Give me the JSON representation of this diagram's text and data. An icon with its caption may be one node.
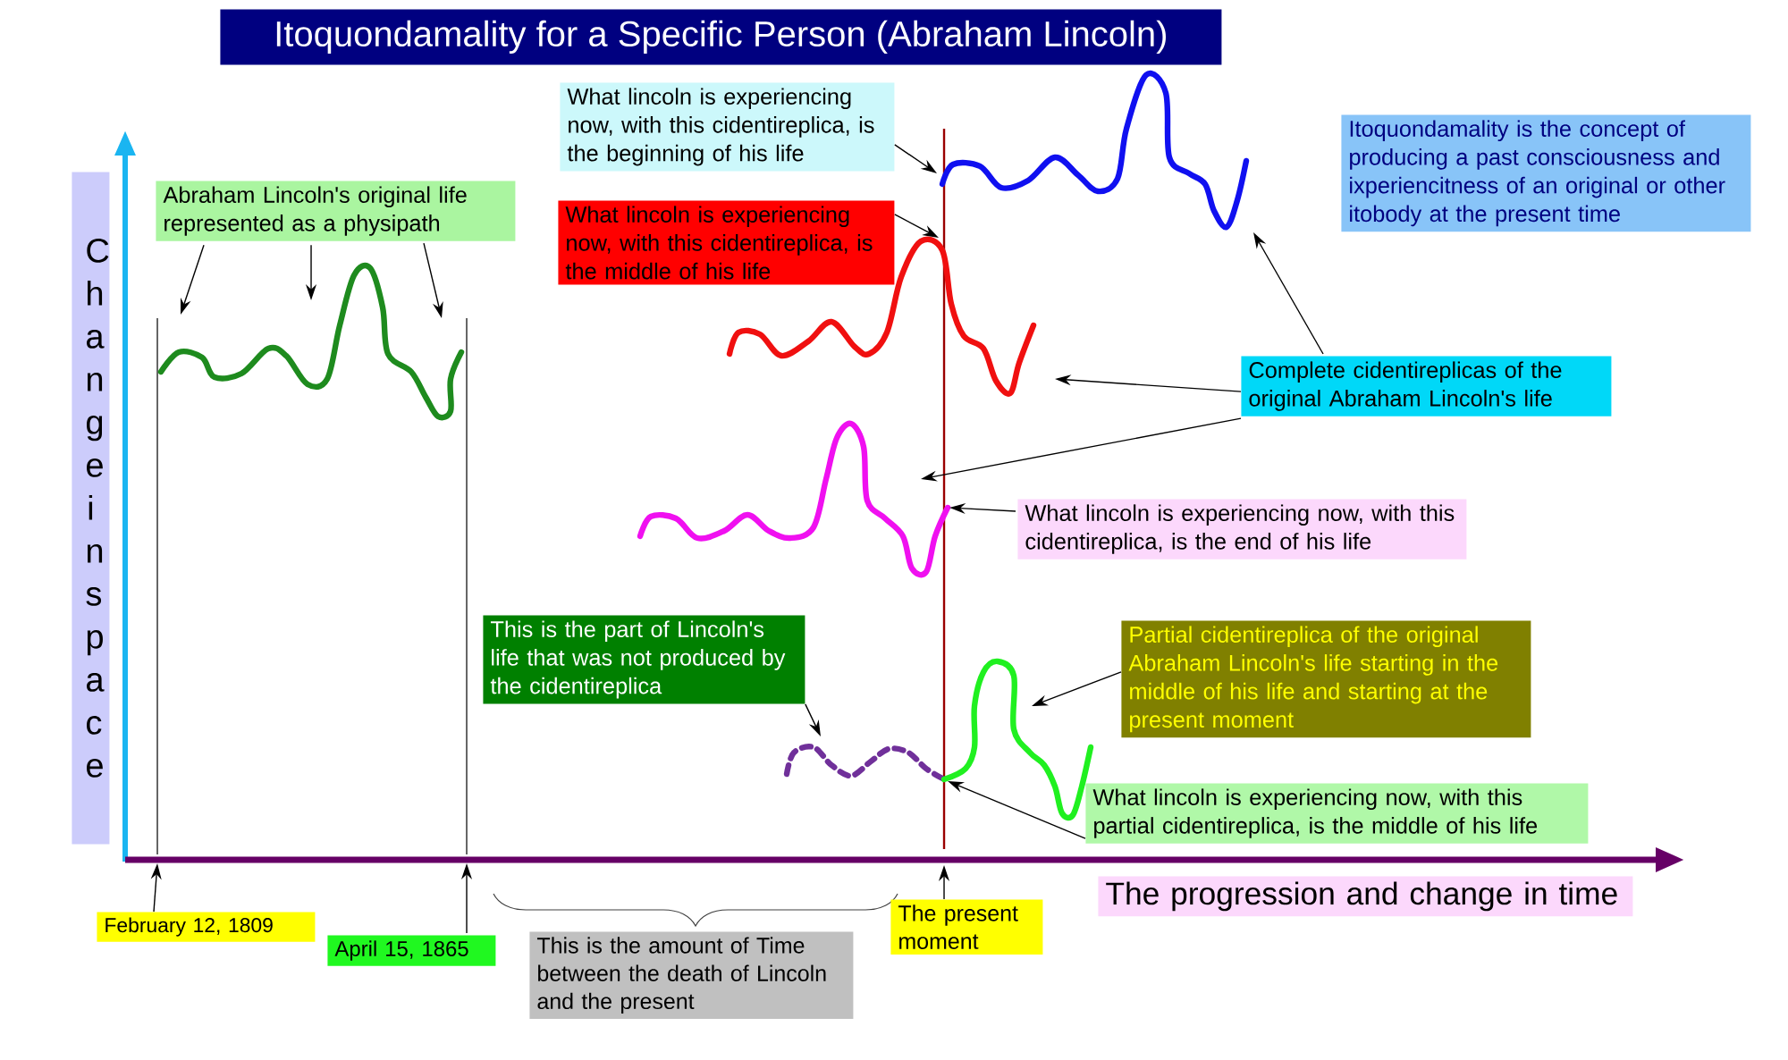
{
  "diagram": {
    "title": "Itoquondamality for a Specific Person (Abraham Lincoln)",
    "nodes": [
      {
        "text": [
          "Abraham Lincoln's original life represented as a physipath"
        ]
      },
      {
        "text": [],
        "shape": "curve"
      },
      {
        "text": [
          "What lincoln is experiencing now, with this cidentireplica, is the beginning of his life"
        ]
      },
      {
        "text": [],
        "shape": "curve"
      },
      {
        "text": [
          "What lincoln is experiencing now, with this cidentireplica, is the middle of his life"
        ]
      },
      {
        "text": [],
        "shape": "curve"
      },
      {
        "text": [
          "Itoquondamality is the concept of producing a past consciousness and ixperiencitness of an original or other itobody at the present time"
        ]
      },
      {
        "text": [
          "Complete cidentireplicas of the original Abraham Lincoln's life"
        ]
      },
      {
        "text": [],
        "shape": "curve"
      },
      {
        "text": [
          "What lincoln is experiencing now, with this cidentireplica, is the end of his life"
        ]
      },
      {
        "text": [
          "This is the part of Lincoln's life that was not produced by the cidentireplica"
        ]
      },
      {
        "text": [],
        "shape": "curve"
      },
      {
        "text": [
          "Partial cidentireplica of the original Abraham Lincoln's life starting in the middle of his life and starting at the present moment"
        ]
      },
      {
        "text": [],
        "shape": "curve"
      },
      {
        "text": [
          "What lincoln is experiencing now, with this partial cidentireplica, is the middle of his life"
        ]
      },
      {
        "text": [
          "February 12, 1809"
        ]
      },
      {
        "text": [
          "April 15, 1865"
        ]
      },
      {
        "text": [
          "This is the amount of Time between the death of Lincoln and the present"
        ]
      },
      {
        "text": [
          "The present moment"
        ]
      },
      {
        "text": [
          "The progression and change in time"
        ]
      },
      {
        "text": [
          "Change in space"
        ]
      }
    ],
    "edges": [
      {
        "from": 0,
        "to": 1,
        "arrow": "to"
      },
      {
        "from": 0,
        "to": 1,
        "arrow": "to"
      },
      {
        "from": 0,
        "to": 1,
        "arrow": "to"
      },
      {
        "from": 2,
        "to": 3,
        "arrow": "to"
      },
      {
        "from": 4,
        "to": 5,
        "arrow": "to"
      },
      {
        "from": 7,
        "to": 3,
        "arrow": "to"
      },
      {
        "from": 7,
        "to": 5,
        "arrow": "to"
      },
      {
        "from": 7,
        "to": 8,
        "arrow": "to"
      },
      {
        "from": 9,
        "to": 8,
        "arrow": "to"
      },
      {
        "from": 10,
        "to": 11,
        "arrow": "to"
      },
      {
        "from": 12,
        "to": 13,
        "arrow": "to"
      },
      {
        "from": 14,
        "to": 13,
        "arrow": "to"
      },
      {
        "from": 15,
        "to": null,
        "arrow": "to"
      },
      {
        "from": 16,
        "to": null,
        "arrow": "to"
      },
      {
        "from": 18,
        "to": null,
        "arrow": "to"
      }
    ]
  }
}
